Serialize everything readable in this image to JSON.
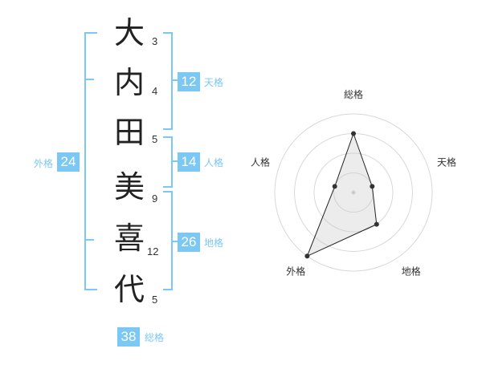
{
  "name": {
    "characters": [
      {
        "char": "大",
        "strokes": "3"
      },
      {
        "char": "内",
        "strokes": "4"
      },
      {
        "char": "田",
        "strokes": "5"
      },
      {
        "char": "美",
        "strokes": "9"
      },
      {
        "char": "喜",
        "strokes": "12"
      },
      {
        "char": "代",
        "strokes": "5"
      }
    ]
  },
  "kakusu": {
    "tenkaku": {
      "value": "12",
      "label": "天格"
    },
    "jinkaku": {
      "value": "14",
      "label": "人格"
    },
    "chikaku": {
      "value": "26",
      "label": "地格"
    },
    "gaikaku": {
      "value": "24",
      "label": "外格"
    },
    "soukaku": {
      "value": "38",
      "label": "総格"
    }
  },
  "colors": {
    "accent": "#7cc8f4",
    "text": "#222222"
  },
  "chart_data": {
    "type": "radar",
    "axes": [
      "総格",
      "天格",
      "地格",
      "外格",
      "人格"
    ],
    "values": [
      3,
      1,
      2,
      4,
      1
    ],
    "max": 4,
    "rings": 4
  }
}
